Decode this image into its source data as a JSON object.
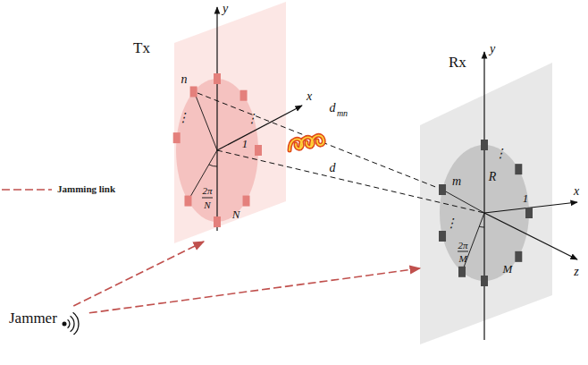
{
  "diagram": {
    "nodes": [
      {
        "text": [
          "Tx"
        ]
      },
      {
        "text": [
          "Rx"
        ]
      },
      {
        "text": [
          "Jammer"
        ]
      }
    ],
    "edges": [
      {
        "from": 2,
        "to": 0,
        "arrow": "to"
      },
      {
        "from": 2,
        "to": 1,
        "arrow": "to"
      }
    ],
    "labels": [
      "y",
      "x",
      "n",
      "⋮",
      "⋮",
      "1",
      "2π",
      "N",
      "N",
      "d",
      "mn",
      "d",
      "y",
      "x",
      "z",
      "m",
      "⋮",
      "⋮",
      "R",
      "1",
      "2π",
      "M",
      "M"
    ],
    "legend": [
      {
        "text": "Jamming link"
      }
    ]
  }
}
